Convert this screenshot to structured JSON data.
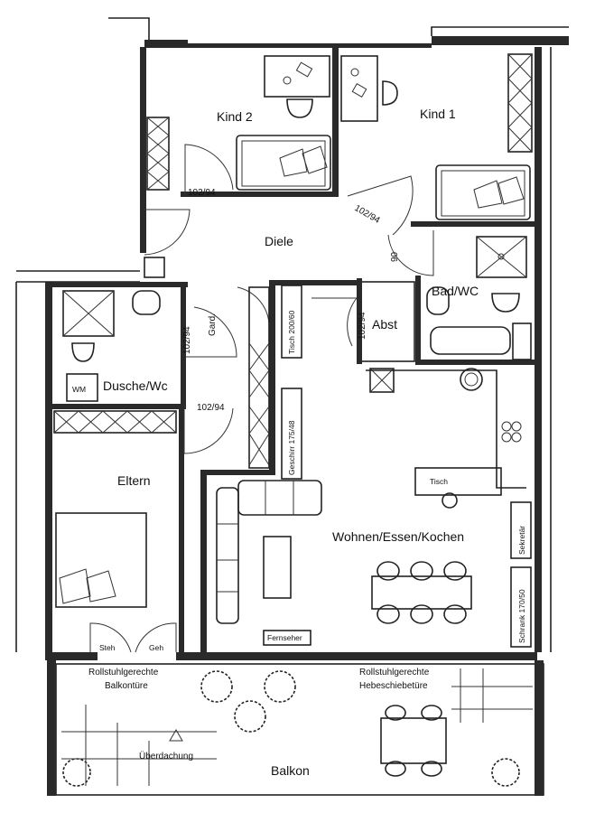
{
  "rooms": {
    "kind2": "Kind 2",
    "kind1": "Kind 1",
    "diele": "Diele",
    "bad": "Bad/WC",
    "abst": "Abst",
    "dusche": "Dusche/Wc",
    "eltern": "Eltern",
    "wohnen": "Wohnen/Essen/Kochen",
    "balkon": "Balkon"
  },
  "fixtures": {
    "wm": "WM",
    "gard": "Gard.",
    "tisch": "Tisch",
    "fernseher": "Fernseher",
    "sekretaer": "Sekretär",
    "schrank": "Schrank 170/50",
    "tisch_200": "Tisch 200/60",
    "geschirr": "Geschirr 175/48",
    "ueberdachung": "Überdachung",
    "steh": "Steh",
    "geh": "Geh"
  },
  "door_labels": {
    "kind2_door": "102/94",
    "kind1_door": "102/94",
    "hall_90": "90",
    "abst_door": "102/94",
    "dusche_door": "102/94",
    "eltern_door": "102/94"
  },
  "annotations": {
    "balcony_door_line1": "Rollstuhlgerechte",
    "balcony_door_line2": "Balkontüre",
    "lift_door_line1": "Rollstuhlgerechte",
    "lift_door_line2": "Hebeschiebetüre"
  }
}
